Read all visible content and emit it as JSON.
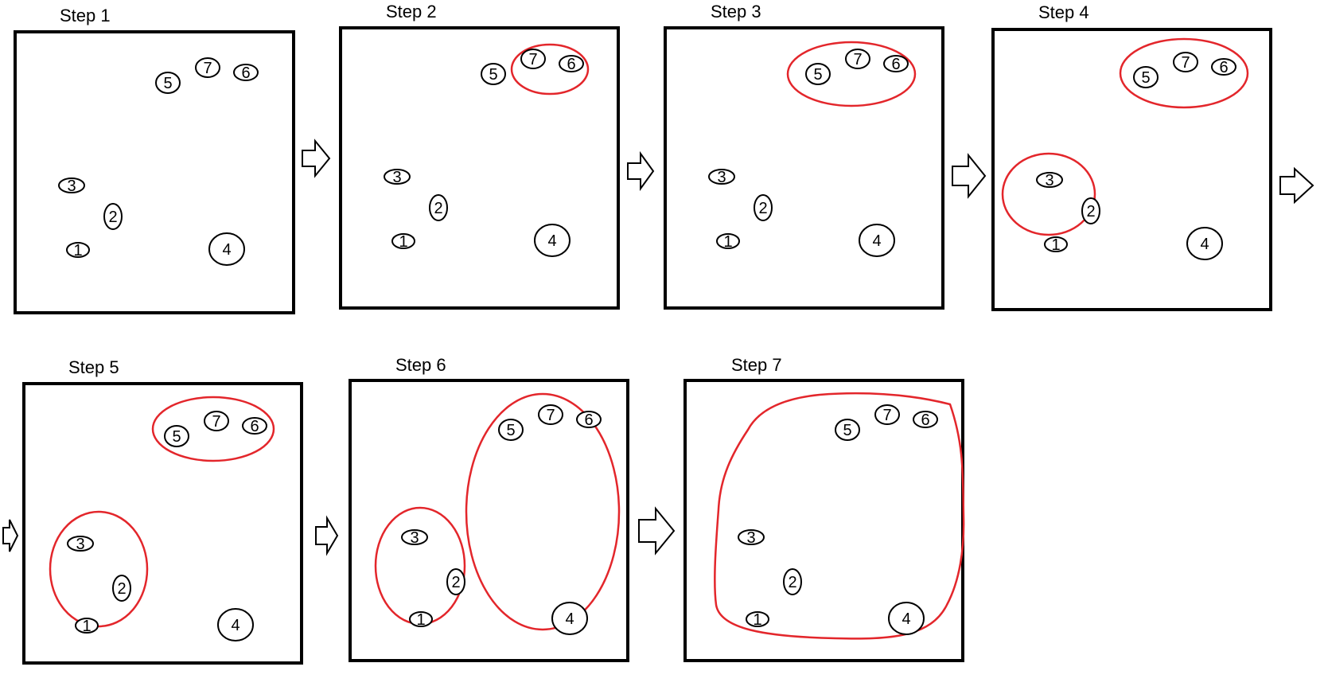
{
  "steps": [
    {
      "title": "Step  1"
    },
    {
      "title": "Step  2"
    },
    {
      "title": "Step  3"
    },
    {
      "title": "Step  4"
    },
    {
      "title": "Step 5"
    },
    {
      "title": "Step  6"
    },
    {
      "title": "Step  7"
    }
  ],
  "points": [
    "1",
    "2",
    "3",
    "4",
    "5",
    "6",
    "7"
  ],
  "colors": {
    "box": "#000000",
    "cluster": "#e3262b",
    "point": "#000000"
  },
  "arrow_icon": "right-arrow-icon"
}
